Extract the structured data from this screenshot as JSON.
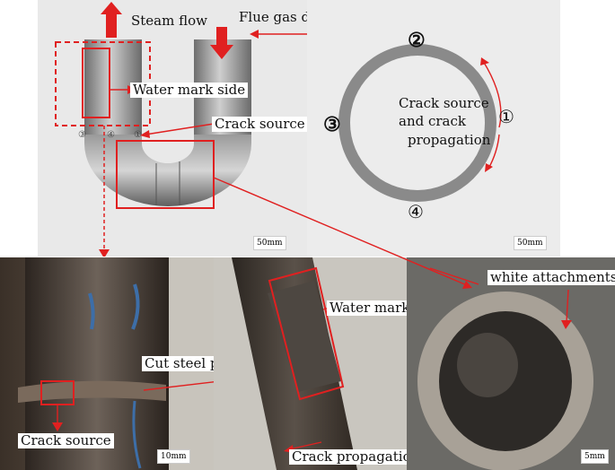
{
  "top_left": {
    "steam_flow": "Steam flow",
    "flue_gas_direction": "Flue gas direction",
    "water_mark_side": "Water mark side",
    "crack_source": "Crack source",
    "pos_3": "③",
    "pos_4": "④",
    "pos_1": "①",
    "scale": "50mm"
  },
  "top_right": {
    "pos_1": "①",
    "pos_2": "②",
    "pos_3": "③",
    "pos_4": "④",
    "caption_line1": "Crack source",
    "caption_line2": "and crack",
    "caption_line3": "propagation",
    "scale": "50mm"
  },
  "bottom_left": {
    "cut_steel_pipe": "Cut steel pipe",
    "crack_source": "Crack source",
    "scale": "10mm"
  },
  "bottom_mid": {
    "water_mark": "Water mark",
    "crack_propagation": "Crack propagation"
  },
  "bottom_right": {
    "white_attachments": "white attachments",
    "scale": "5mm"
  },
  "colors": {
    "annotation_red": "#e02020",
    "pipe_gray": "#8a8a8a",
    "background_gray": "#e8e8e8"
  }
}
